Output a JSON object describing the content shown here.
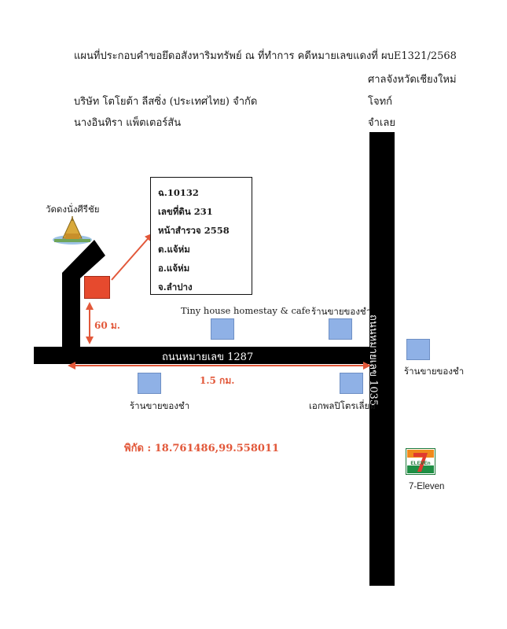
{
  "header": {
    "title": "แผนที่ประกอบคำขอยึดอสังหาริมทรัพย์ ณ ที่ทำการ คดีหมายเลขแดงที่ ผบE1321/2568",
    "court": "ศาลจังหวัดเชียงใหม่",
    "plaintiff_label": "โจทก์",
    "defendant_label": "จำเลย",
    "company": "บริษัท โตโยต้า ลีสซิ่ง (ประเทศไทย) จำกัด",
    "person": "นางอินทิรา แพ็ตเตอร์สัน"
  },
  "property_info": {
    "deed": "ฉ.10132",
    "land_no": "เลขที่ดิน 231",
    "survey_page": "หน้าสำรวจ 2558",
    "subdistrict": "ต.แจ้ห่ม",
    "district": "อ.แจ้ห่ม",
    "province": "จ.ลำปาง"
  },
  "landmarks": {
    "temple": "วัดดงนั่งศีรีชัย",
    "homestay": "Tiny house homestay & cafe",
    "shop_top_right": "ร้านขายของชำ",
    "shop_right": "ร้านขายของชำ",
    "shop_bottom_left": "ร้านขายของชำ",
    "hardware_shop": "เอกพลปิโตรเลี่ยม",
    "seven_eleven": "7-Eleven",
    "seven_eleven_logo_text": "ELEVEn"
  },
  "roads": {
    "horizontal": "ถนนหมายเลข 1287",
    "vertical": "ถนนหมายเลข 1035"
  },
  "distances": {
    "to_road": "60 ม.",
    "along_road": "1.5 กม."
  },
  "coordinates_label": "พิกัด : 18.761486,99.558011",
  "colors": {
    "road": "#000000",
    "target": "#e64a2e",
    "shop": "#8fb1e6",
    "annotation": "#e2583a"
  }
}
